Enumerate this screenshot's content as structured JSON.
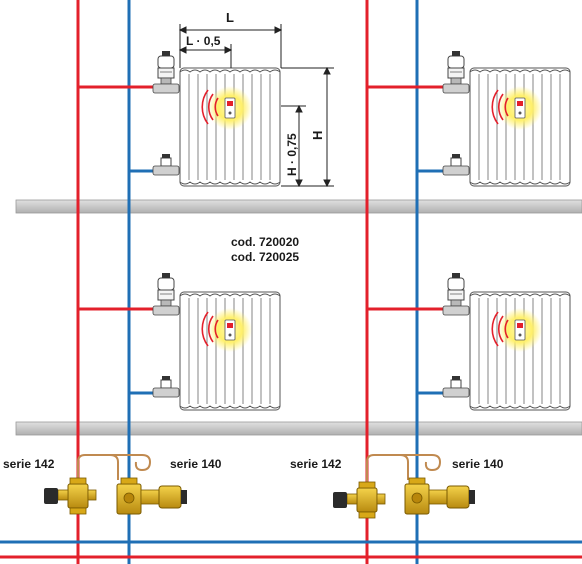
{
  "dimensions": {
    "width_label": "L",
    "half_width_label": "L · 0,5",
    "height_label": "H",
    "height_ratio_label": "H · 0,75"
  },
  "product_codes": [
    "cod. 720020",
    "cod. 720025"
  ],
  "valve_groups": [
    {
      "left_label": "serie 142",
      "right_label": "serie 140"
    },
    {
      "left_label": "serie 142",
      "right_label": "serie 140"
    }
  ],
  "colors": {
    "supply_pipe": "#e3202b",
    "return_pipe": "#1f6fb5",
    "floor_slab": "#c8c8c8",
    "sensor_glow": "#fff27a",
    "valve_brass": "#e0b020",
    "capillary": "#c08a50"
  },
  "icons": [
    "radiator-icon",
    "thermostatic-head-icon",
    "lockshield-valve-icon",
    "wireless-sensor-icon",
    "balancing-valve-icon"
  ]
}
